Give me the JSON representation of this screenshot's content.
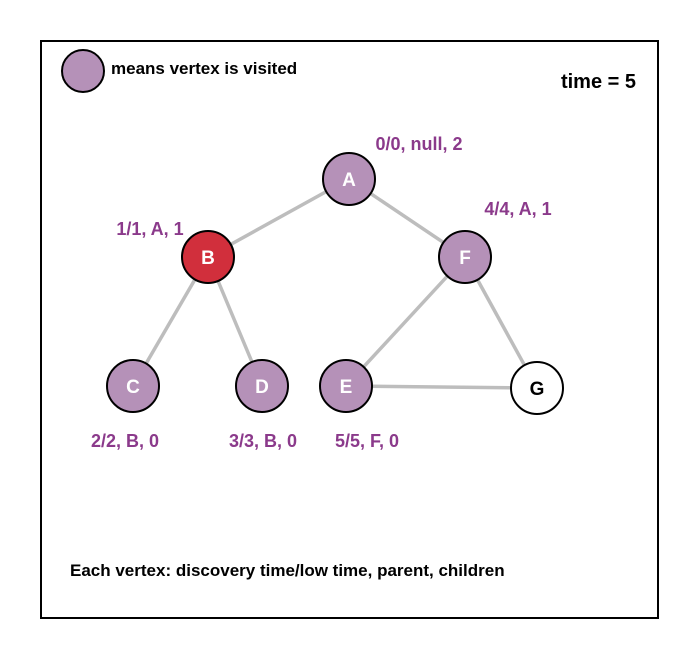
{
  "legend": {
    "text": "means vertex is visited",
    "swatch_color": "#b591b8"
  },
  "time_label": "time = 5",
  "footer": "Each vertex: discovery time/low time, parent, children",
  "colors": {
    "visited_fill": "#b591b8",
    "current_fill": "#d12f3c",
    "unvisited_fill": "#ffffff",
    "edge": "#bdbdbd",
    "annotation": "#8b3a8b"
  },
  "vertices": [
    {
      "id": "A",
      "state": "visited",
      "annotation": "0/0, null, 2"
    },
    {
      "id": "B",
      "state": "current",
      "annotation": "1/1, A, 1"
    },
    {
      "id": "C",
      "state": "visited",
      "annotation": "2/2, B, 0"
    },
    {
      "id": "D",
      "state": "visited",
      "annotation": "3/3, B, 0"
    },
    {
      "id": "E",
      "state": "visited",
      "annotation": "5/5, F, 0"
    },
    {
      "id": "F",
      "state": "visited",
      "annotation": "4/4, A, 1"
    },
    {
      "id": "G",
      "state": "unvisited",
      "annotation": ""
    }
  ],
  "edges": [
    [
      "A",
      "B"
    ],
    [
      "A",
      "F"
    ],
    [
      "B",
      "C"
    ],
    [
      "B",
      "D"
    ],
    [
      "F",
      "E"
    ],
    [
      "F",
      "G"
    ],
    [
      "E",
      "G"
    ]
  ]
}
